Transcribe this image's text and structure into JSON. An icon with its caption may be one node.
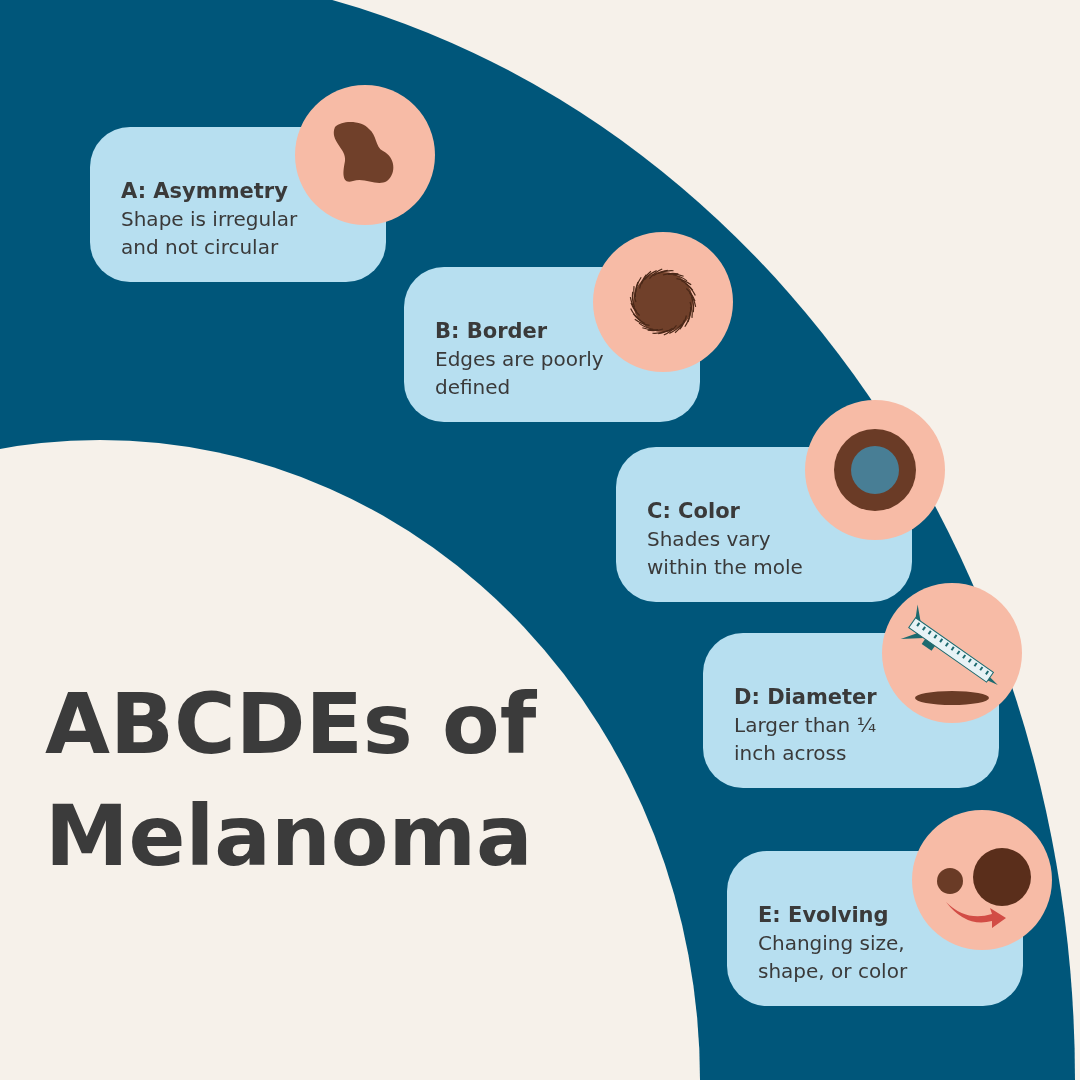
{
  "diagram": {
    "title": "ABCDEs of Melanoma",
    "nodes": [
      {
        "text": [
          "A: Asymmetry",
          "Shape is irregular and not circular"
        ]
      },
      {
        "text": [
          "B: Border",
          "Edges are poorly defined"
        ]
      },
      {
        "text": [
          "C: Color",
          "Shades vary within the mole"
        ]
      },
      {
        "text": [
          "D: Diameter",
          "Larger than ¼ inch across"
        ]
      },
      {
        "text": [
          "E: Evolving",
          "Changing size, shape, or color"
        ]
      }
    ]
  }
}
